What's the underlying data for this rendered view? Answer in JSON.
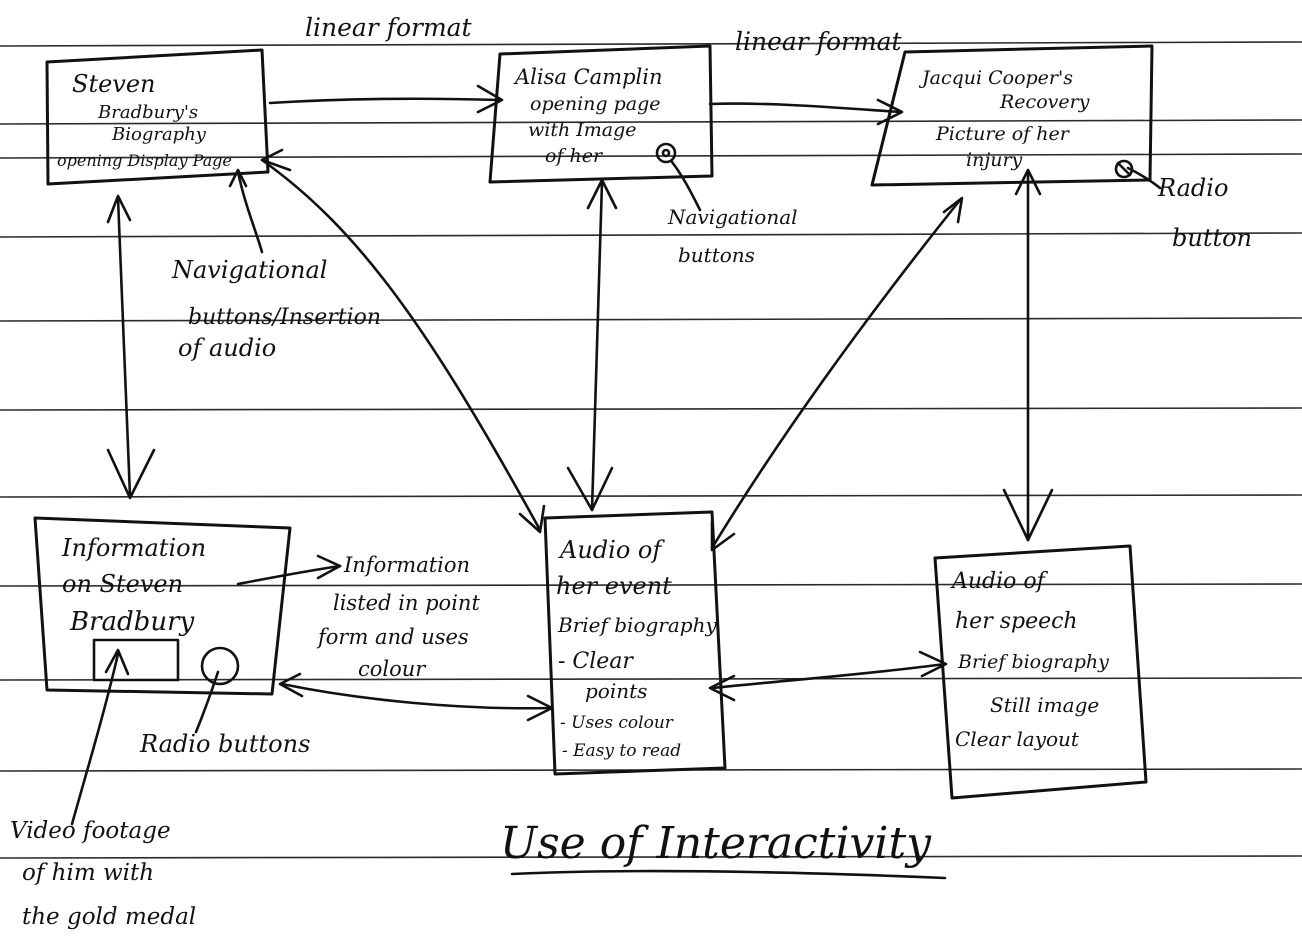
{
  "diagram": {
    "title": "Use of Interactivity",
    "edge_labels": {
      "linear_1": "linear format",
      "linear_2": "linear format"
    },
    "nodes": {
      "bradbury_opening": [
        "Steven",
        "Bradbury's",
        "Biography",
        "opening Display Page"
      ],
      "camplin_opening": [
        "Alisa Camplin",
        "opening page",
        "with Image",
        "of her"
      ],
      "cooper_recovery": [
        "Jacqui Cooper's",
        "Recovery",
        "Picture of her",
        "injury"
      ],
      "bradbury_info": [
        "Information",
        "on Steven",
        "Bradbury"
      ],
      "camplin_audio": [
        "Audio of",
        "her event",
        "Brief biography",
        "- Clear",
        "points",
        "- Uses colour",
        "- Easy to read"
      ],
      "cooper_audio": [
        "Audio of",
        "her speech",
        "Brief biography",
        "Still image",
        "Clear layout"
      ]
    },
    "annotations": {
      "nav_buttons_audio": [
        "Navigational",
        "buttons/Insertion",
        "of audio"
      ],
      "nav_buttons": [
        "Navigational",
        "buttons"
      ],
      "radio_button": [
        "Radio",
        "button"
      ],
      "info_note": [
        "Information",
        "listed in point",
        "form and uses",
        "colour"
      ],
      "radio_buttons": "Radio buttons",
      "video_footage": [
        "Video footage",
        "of him with",
        "the gold medal"
      ]
    }
  }
}
